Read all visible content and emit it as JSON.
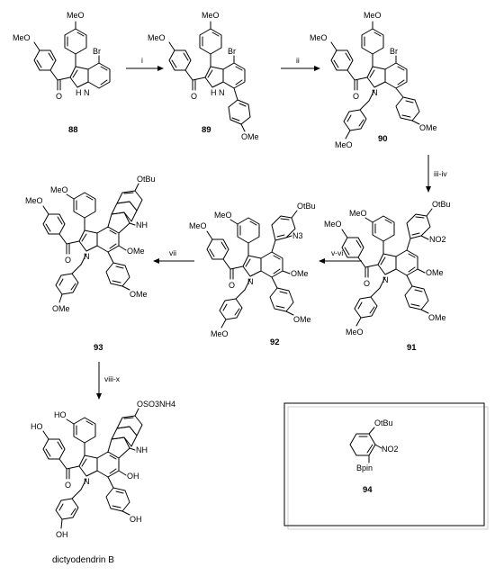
{
  "figure": {
    "compounds": [
      {
        "id": "88",
        "substituents": [
          "MeO",
          "MeO",
          "Br",
          "O",
          "H N"
        ]
      },
      {
        "id": "89",
        "substituents": [
          "MeO",
          "MeO",
          "Br",
          "O",
          "H N",
          "OMe"
        ]
      },
      {
        "id": "90",
        "substituents": [
          "MeO",
          "MeO",
          "Br",
          "O",
          "N",
          "OMe",
          "MeO"
        ]
      },
      {
        "id": "91",
        "substituents": [
          "MeO",
          "MeO",
          "OtBu",
          "NO2",
          "OMe",
          "O",
          "N",
          "OMe",
          "MeO"
        ]
      },
      {
        "id": "92",
        "substituents": [
          "MeO",
          "MeO",
          "OtBu",
          "N3",
          "OMe",
          "O",
          "N",
          "OMe",
          "MeO"
        ]
      },
      {
        "id": "93",
        "substituents": [
          "MeO",
          "MeO",
          "OtBu",
          "NH",
          "OMe",
          "O",
          "N",
          "OMe",
          "OMe"
        ]
      },
      {
        "id": "dictyodendrin B",
        "substituents": [
          "HO",
          "HO",
          "OSO3NH4",
          "NH",
          "OH",
          "O",
          "N",
          "OH",
          "OH"
        ]
      },
      {
        "id": "94",
        "substituents": [
          "OtBu",
          "NO2",
          "Bpin"
        ]
      }
    ],
    "arrows": [
      {
        "from": "88",
        "to": "89",
        "label": "i"
      },
      {
        "from": "89",
        "to": "90",
        "label": "ii"
      },
      {
        "from": "90",
        "to": "91",
        "label": "iii-iv"
      },
      {
        "from": "91",
        "to": "92",
        "label": "v-vi"
      },
      {
        "from": "92",
        "to": "93",
        "label": "vii"
      },
      {
        "from": "93",
        "to": "dictyodendrin B",
        "label": "viii-x"
      }
    ]
  }
}
